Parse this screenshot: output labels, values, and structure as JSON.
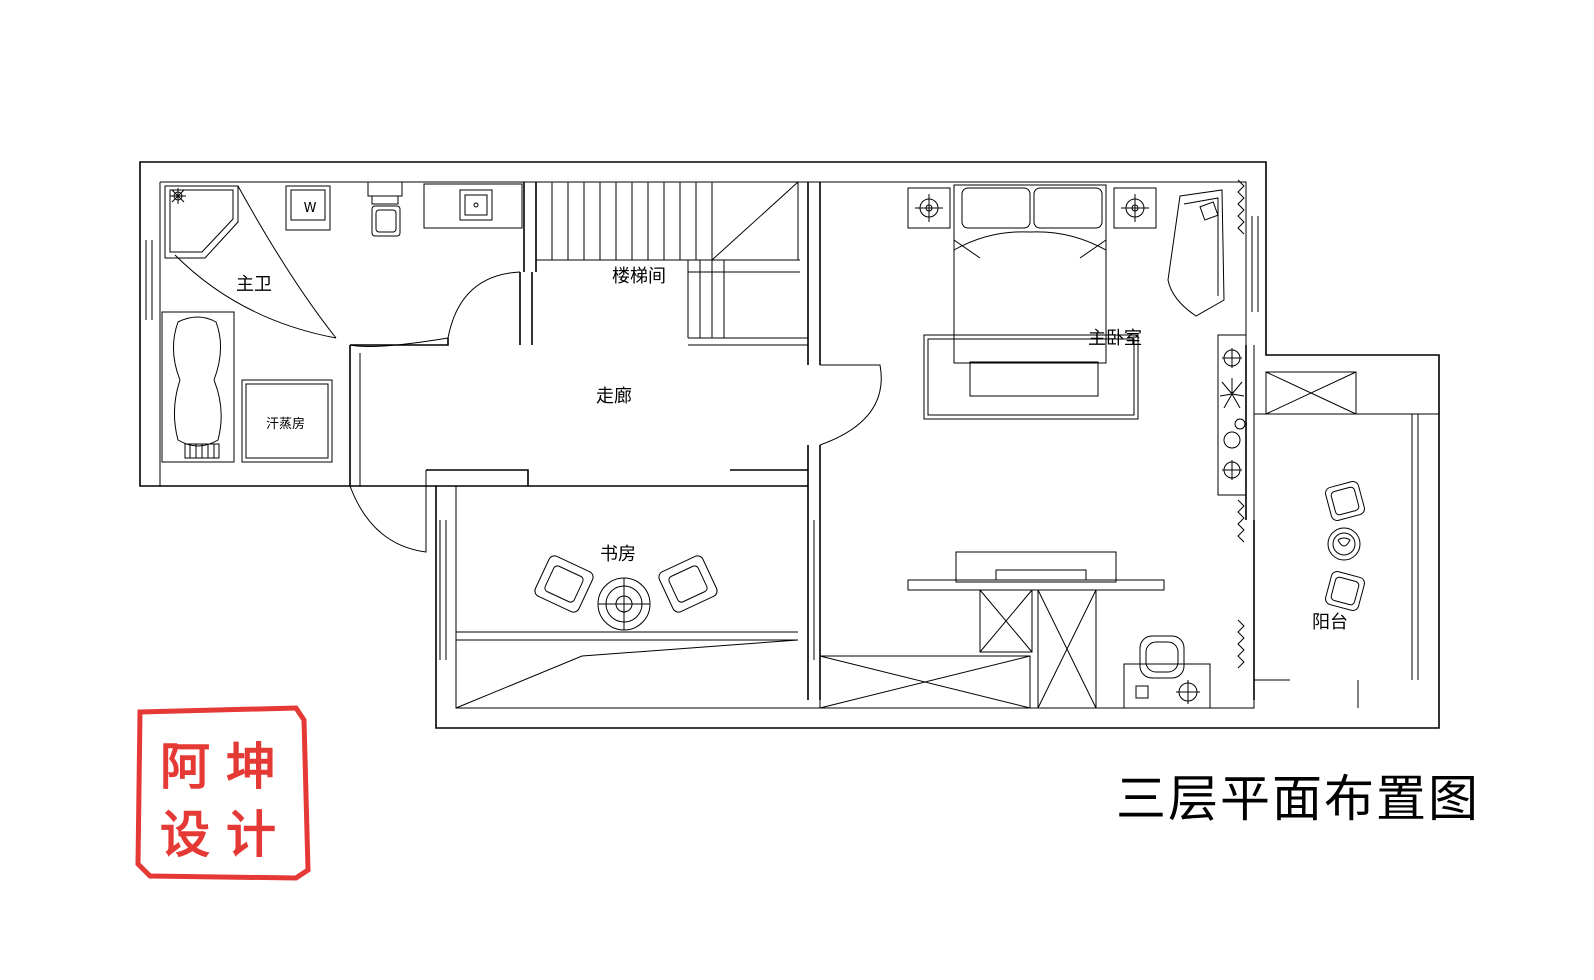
{
  "title": "三层平面布置图",
  "rooms": {
    "master_bath": "主卫",
    "steam_room": "汗蒸房",
    "stairwell": "楼梯间",
    "corridor": "走廊",
    "study": "书房",
    "master_bedroom": "主卧室",
    "balcony": "阳台"
  },
  "fixtures": {
    "washer_mark": "W"
  },
  "seal": {
    "chars": [
      "阿",
      "坤",
      "设",
      "计"
    ],
    "color": "#e53935"
  }
}
